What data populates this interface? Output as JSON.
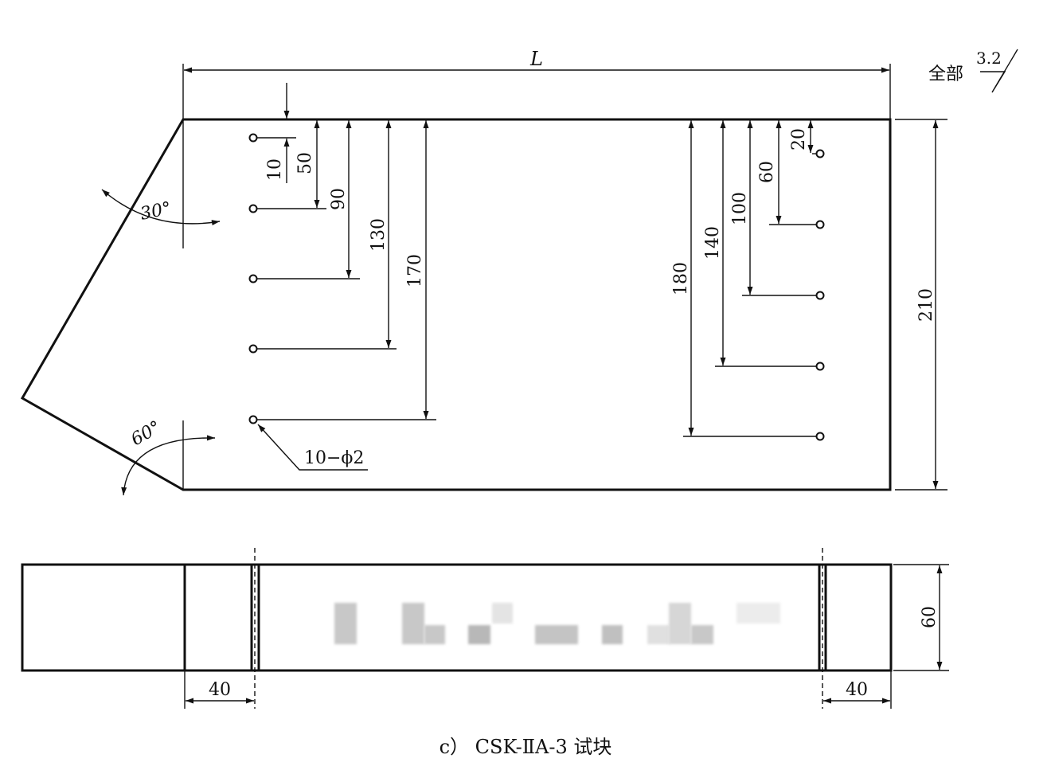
{
  "drawing": {
    "top_view": {
      "length_label": "L",
      "height_label": "210",
      "angle_top": "30°",
      "angle_bottom": "60°",
      "hole_callout": "10−ϕ2",
      "roughness_note": "全部",
      "roughness_value": "3.2",
      "left_dims": [
        {
          "value": "10"
        },
        {
          "value": "50"
        },
        {
          "value": "90"
        },
        {
          "value": "130"
        },
        {
          "value": "170"
        }
      ],
      "right_dims": [
        {
          "value": "20"
        },
        {
          "value": "60"
        },
        {
          "value": "100"
        },
        {
          "value": "140"
        },
        {
          "value": "180"
        }
      ]
    },
    "front_view": {
      "height_label": "60",
      "left_offset_label": "40",
      "right_offset_label": "40"
    },
    "caption": "c） CSK-ⅡA-3 试块"
  }
}
